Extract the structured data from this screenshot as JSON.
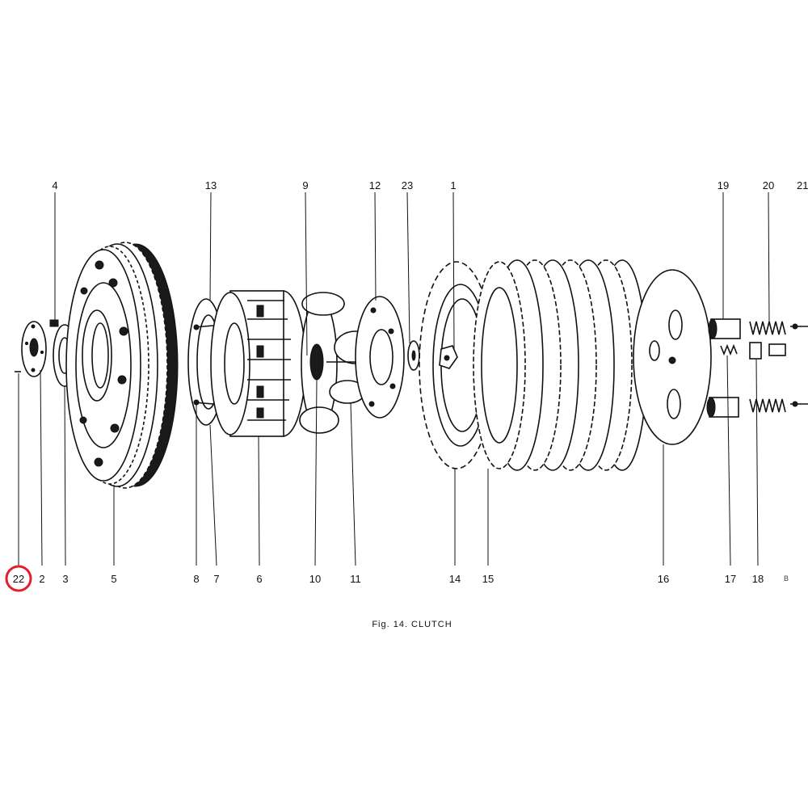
{
  "figure": {
    "caption": "Fig. 14. CLUTCH",
    "ref_code": "B"
  },
  "part_labels": {
    "top": [
      "4",
      "13",
      "9",
      "12",
      "23",
      "1",
      "19",
      "20",
      "21"
    ],
    "bottom": [
      "22",
      "2",
      "3",
      "5",
      "8",
      "7",
      "6",
      "10",
      "11",
      "14",
      "15",
      "16",
      "17",
      "18"
    ]
  },
  "highlight": {
    "label": "22",
    "color": "#e3202a"
  }
}
